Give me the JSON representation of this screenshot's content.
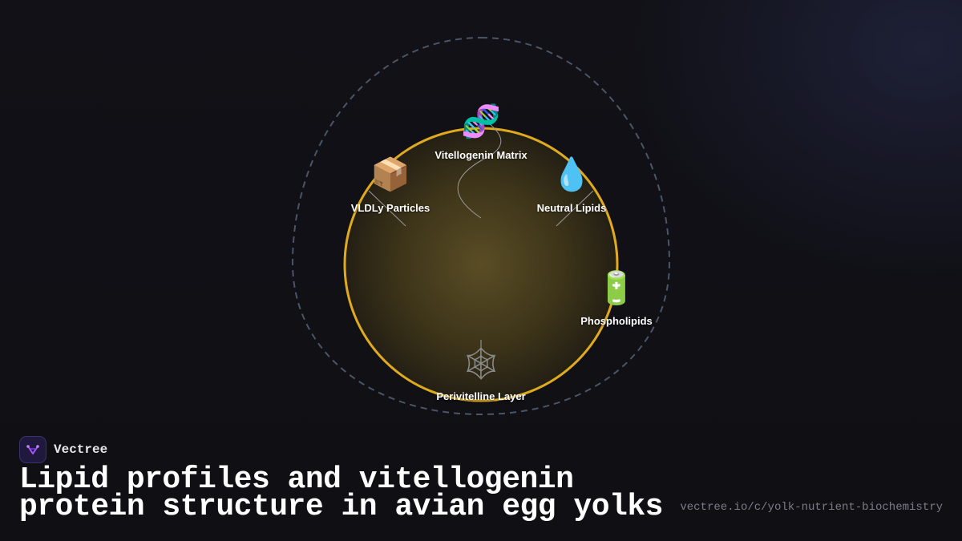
{
  "diagram": {
    "nodes": [
      {
        "label": "Vitellogenin Matrix",
        "icon": "dna-icon",
        "glyph": "🧬"
      },
      {
        "label": "VLDLy Particles",
        "icon": "package-icon",
        "glyph": "📦"
      },
      {
        "label": "Neutral Lipids",
        "icon": "droplet-icon",
        "glyph": "💧"
      },
      {
        "label": "Phospholipids",
        "icon": "battery-icon",
        "glyph": "🔋"
      },
      {
        "label": "Perivitelline Layer",
        "icon": "spider-web-icon",
        "glyph": "🕸"
      }
    ],
    "colors": {
      "yolk_ring": "#e0aa1e",
      "outer_dashed": "#4a5568",
      "connector": "#8a8a8a"
    }
  },
  "brand": {
    "name": "Vectree",
    "logo_icon": "vectree-logo-icon"
  },
  "title": "Lipid profiles and vitellogenin protein structure in avian egg yolks",
  "url": "vectree.io/c/yolk-nutrient-biochemistry"
}
